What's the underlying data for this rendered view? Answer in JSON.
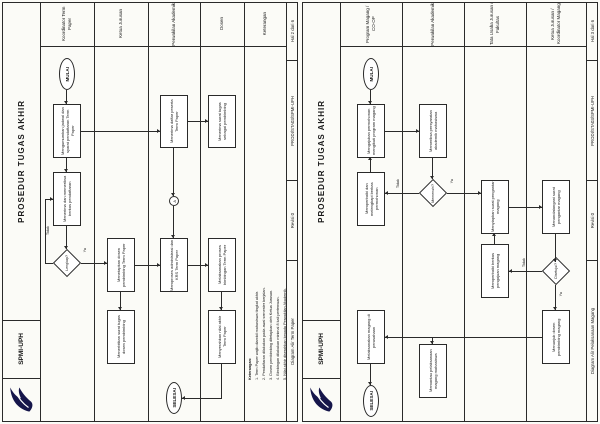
{
  "labels": {
    "start": "MULAI",
    "end": "SELESAI",
    "yes": "Ya",
    "no": "Tidak",
    "connector": "A"
  },
  "pages": [
    {
      "title": "PROSEDUR TUGAS AKHIR",
      "org": "SPMI-UPH",
      "doc_code": "PRODI/STA03/SPMI-UPH",
      "revision": "Revisi 0",
      "page_label": "Hal 2 dari 6",
      "diagram_title": "Diagram Alir Term Paper",
      "lanes": [
        "Koordinator Term Paper",
        "Ketua Jurusan",
        "Perwakilan Akademik",
        "Dosen",
        "Keterangan"
      ],
      "steps": [
        "Mengumumkan jadwal dan syarat pendaftaran Term Paper",
        "Menerima dan memeriksa berkas pendaftaran",
        "Menetapkan dosen pembimbing Term Paper",
        "Menerbitkan surat tugas dosen pembimbing",
        "Menerima daftar peserta Term Paper",
        "Menerima surat tugas sebagai pembimbing",
        "Memproses administrasi dan KRS Term Paper",
        "Melaksanakan proses bimbingan Term Paper",
        "Menyerahkan nilai akhir Term Paper"
      ],
      "decisions": [
        "Lengkap?"
      ],
      "notes_title": "Keterangan:",
      "notes": [
        "1. Term Paper wajib diambil mahasiswa tingkat akhir.",
        "2. Pendaftaran dilakukan pada awal semester berjalan.",
        "3. Dosen pembimbing ditetapkan oleh Ketua Jurusan.",
        "4. Bimbingan dilakukan minimal 8 kali pertemuan.",
        "5. Nilai akhir diserahkan kepada Perwakilan Akademik."
      ]
    },
    {
      "title": "PROSEDUR TUGAS AKHIR",
      "org": "SPMI-UPH",
      "doc_code": "PRODI/STA03/SPMI-UPH",
      "revision": "Revisi 0",
      "page_label": "Hal 3 dari 6",
      "diagram_title": "Diagram Alir Pelaksanaan Magang",
      "lanes": [
        "Program Magang / CO-OP",
        "Perwakilan Akademik",
        "Tata Usaha Jurusan / Fakultas",
        "Ketua Jurusan / Koordinator Magang"
      ],
      "steps": [
        "Mengajukan permohonan mengikuti program magang",
        "Memperbaiki dan melengkapi berkas permohonan",
        "Memeriksa persyaratan akademik mahasiswa",
        "Menyiapkan surat pengantar magang",
        "Memperbaiki berkas pengajuan magang",
        "Menandatangani surat pengantar magang",
        "Menunjuk dosen pembimbing magang",
        "Memantau pelaksanaan magang mahasiswa",
        "Melaksanakan magang di perusahaan"
      ],
      "decisions": [
        "Memenuhi?",
        "Disetujui?"
      ]
    }
  ]
}
